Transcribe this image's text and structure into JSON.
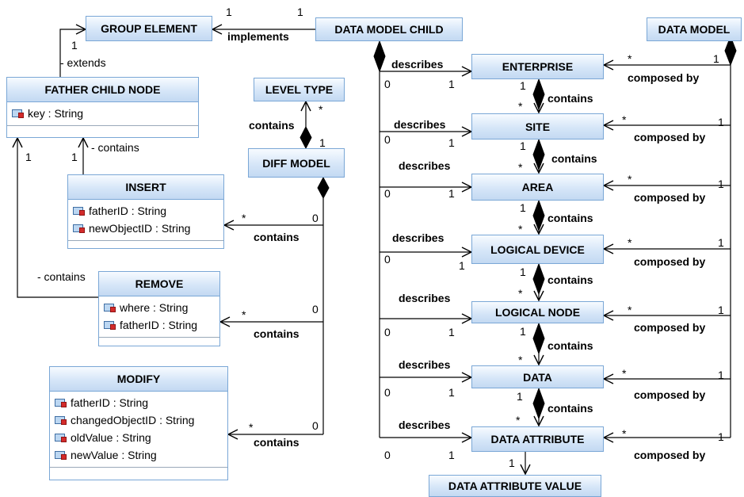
{
  "classes": {
    "group_element": {
      "name": "GROUP ELEMENT"
    },
    "data_model_child": {
      "name": "DATA MODEL CHILD"
    },
    "data_model": {
      "name": "DATA MODEL"
    },
    "father_child_node": {
      "name": "FATHER CHILD NODE",
      "attributes": [
        "key : String"
      ]
    },
    "level_type": {
      "name": "LEVEL TYPE"
    },
    "diff_model": {
      "name": "DIFF MODEL"
    },
    "insert": {
      "name": "INSERT",
      "attributes": [
        "fatherID : String",
        "newObjectID : String"
      ]
    },
    "remove": {
      "name": "REMOVE",
      "attributes": [
        "where : String",
        "fatherID : String"
      ]
    },
    "modify": {
      "name": "MODIFY",
      "attributes": [
        "fatherID : String",
        "changedObjectID : String",
        "oldValue : String",
        "newValue : String"
      ]
    },
    "enterprise": {
      "name": "ENTERPRISE"
    },
    "site": {
      "name": "SITE"
    },
    "area": {
      "name": "AREA"
    },
    "logical_device": {
      "name": "LOGICAL DEVICE"
    },
    "logical_node": {
      "name": "LOGICAL NODE"
    },
    "data": {
      "name": "DATA"
    },
    "data_attribute": {
      "name": "DATA ATTRIBUTE"
    },
    "data_attribute_value": {
      "name": "DATA ATTRIBUTE VALUE"
    }
  },
  "relations": {
    "implements": "implements",
    "extends": "- extends",
    "contains": "contains",
    "contains_dash": "- contains",
    "describes": "describes",
    "composed_by": "composed by"
  },
  "multiplicity": {
    "one": "1",
    "many": "*",
    "zero": "0"
  }
}
